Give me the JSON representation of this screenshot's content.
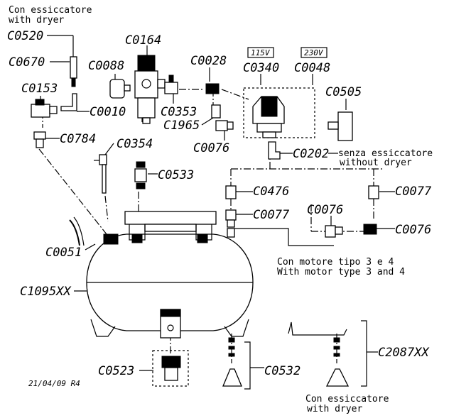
{
  "notes": {
    "top_dryer": [
      "Con essiccatore",
      "with dryer"
    ],
    "no_dryer": [
      "senza essiccatore",
      "without dryer"
    ],
    "motor": [
      "Con motore tipo 3 e 4",
      "With motor type 3 and 4"
    ],
    "bottom_dryer": [
      "Con essiccatore",
      "with dryer"
    ],
    "date": "21/04/09  R4"
  },
  "voltage_boxes": [
    "115V",
    "230V"
  ],
  "parts": {
    "C0520": "C0520",
    "C0670": "C0670",
    "C0164": "C0164",
    "C0088": "C0088",
    "C0028": "C0028",
    "C0340": "C0340",
    "C0048": "C0048",
    "C0153": "C0153",
    "C0505": "C0505",
    "C0010": "C0010",
    "C0353": "C0353",
    "C1965": "C1965",
    "C0784": "C0784",
    "C0076a": "C0076",
    "C0202": "C0202",
    "C0354": "C0354",
    "C0533": "C0533",
    "C0476": "C0476",
    "C0077a": "C0077",
    "C0077b": "C0077",
    "C0076b": "C0076",
    "C0076c": "C0076",
    "C0051": "C0051",
    "C1095XX": "C1095XX",
    "C2087XX": "C2087XX",
    "C0523": "C0523",
    "C0532": "C0532"
  }
}
